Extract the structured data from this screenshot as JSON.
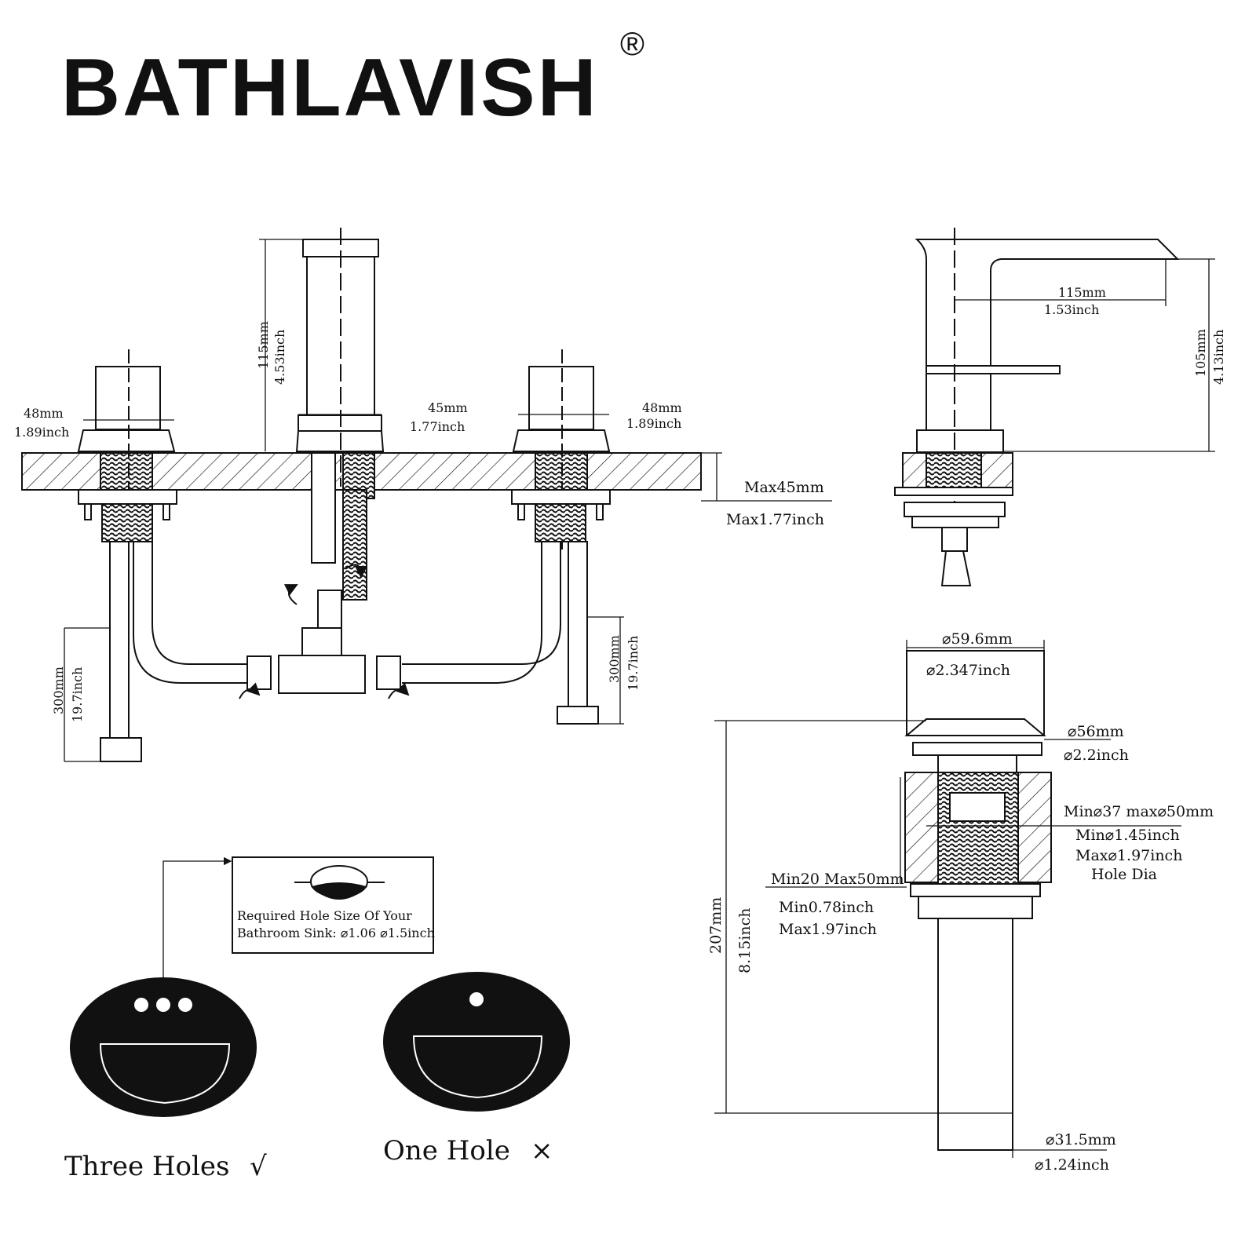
{
  "brand": {
    "name": "BATHLAVISH",
    "registered_mark": "®"
  },
  "faucet_front": {
    "spout_height": {
      "mm": "115mm",
      "inch": "4.53inch"
    },
    "handle_left_width": {
      "mm": "48mm",
      "inch": "1.89inch"
    },
    "spout_base_width": {
      "mm": "45mm",
      "inch": "1.77inch"
    },
    "handle_right_width": {
      "mm": "48mm",
      "inch": "1.89inch"
    },
    "deck_thickness": {
      "mm": "Max45mm",
      "inch": "Max1.77inch"
    },
    "hose_left": {
      "mm": "300mm",
      "inch": "19.7inch"
    },
    "hose_right": {
      "mm": "300mm",
      "inch": "19.7inch"
    }
  },
  "faucet_side": {
    "spout_reach": {
      "mm": "115mm",
      "inch": "1.53inch"
    },
    "spout_height": {
      "mm": "105mm",
      "inch": "4.13inch"
    }
  },
  "hole_note": {
    "line1": "Required Hole Size Of Your",
    "line2": "Bathroom Sink: ⌀1.06 ⌀1.5inch"
  },
  "sinks": {
    "three_holes": {
      "label": "Three Holes",
      "mark": "√"
    },
    "one_hole": {
      "label": "One Hole",
      "mark": "×"
    }
  },
  "drain": {
    "cap_dia": {
      "mm": "⌀59.6mm",
      "inch": "⌀2.347inch"
    },
    "flange_dia": {
      "mm": "⌀56mm",
      "inch": "⌀2.2inch"
    },
    "hole_dia": {
      "mm": "Min⌀37 max⌀50mm",
      "inch_min": "Min⌀1.45inch",
      "inch_max": "Max⌀1.97inch",
      "label": "Hole Dia"
    },
    "counter_thickness": {
      "mm": "Min20 Max50mm",
      "inch_min": "Min0.78inch",
      "inch_max": "Max1.97inch"
    },
    "total_height": {
      "mm": "207mm",
      "inch": "8.15inch"
    },
    "tail_dia": {
      "mm": "⌀31.5mm",
      "inch": "⌀1.24inch"
    }
  },
  "colors": {
    "ink": "#111111",
    "paper": "#ffffff"
  }
}
